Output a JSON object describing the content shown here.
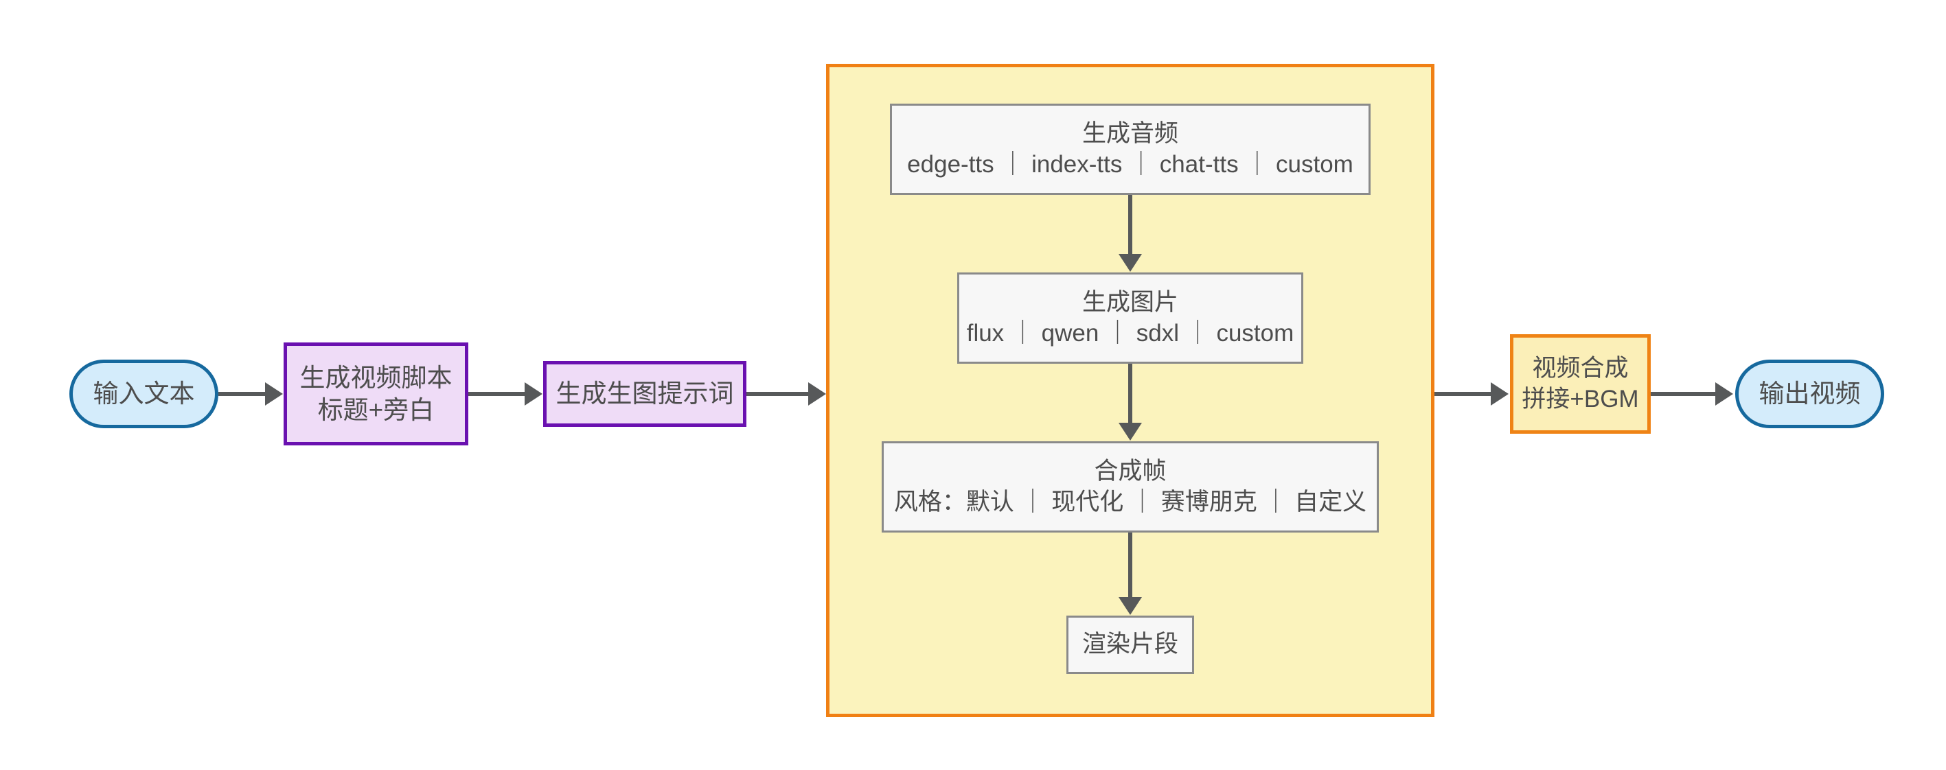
{
  "diagram": {
    "title": "video generation pipeline flowchart",
    "colors": {
      "terminator_fill": "#d4ecfb",
      "terminator_border": "#16699e",
      "process_purple_fill": "#efdcf7",
      "process_purple_border": "#6a11b0",
      "process_orange_fill": "#fbefb8",
      "process_orange_border": "#ef8315",
      "group_fill": "#fbf3bd",
      "group_border": "#f08014",
      "sub_box_fill": "#f7f7f7",
      "sub_box_border": "#8a8a8a",
      "connector": "#57595a",
      "text": "#4d4d4d"
    },
    "nodes": {
      "input_text": {
        "label": "输入文本"
      },
      "gen_script": {
        "line1": "生成视频脚本",
        "line2": "标题+旁白"
      },
      "gen_prompt": {
        "label": "生成生图提示词"
      },
      "gen_audio": {
        "line1": "生成音频",
        "line2": "edge-tts ｜ index-tts ｜ chat-tts ｜ custom"
      },
      "gen_image": {
        "line1": "生成图片",
        "line2": "flux ｜ qwen ｜ sdxl ｜ custom"
      },
      "compose_frame": {
        "line1": "合成帧",
        "line2": "风格：默认 ｜ 现代化 ｜ 赛博朋克 ｜ 自定义"
      },
      "render_clip": {
        "label": "渲染片段"
      },
      "video_merge": {
        "line1": "视频合成",
        "line2": "拼接+BGM"
      },
      "output_video": {
        "label": "输出视频"
      }
    },
    "edges": [
      {
        "from": "input_text",
        "to": "gen_script"
      },
      {
        "from": "gen_script",
        "to": "gen_prompt"
      },
      {
        "from": "gen_prompt",
        "to": "pipeline_group"
      },
      {
        "from": "gen_audio",
        "to": "gen_image"
      },
      {
        "from": "gen_image",
        "to": "compose_frame"
      },
      {
        "from": "compose_frame",
        "to": "render_clip"
      },
      {
        "from": "pipeline_group",
        "to": "video_merge"
      },
      {
        "from": "video_merge",
        "to": "output_video"
      }
    ]
  }
}
